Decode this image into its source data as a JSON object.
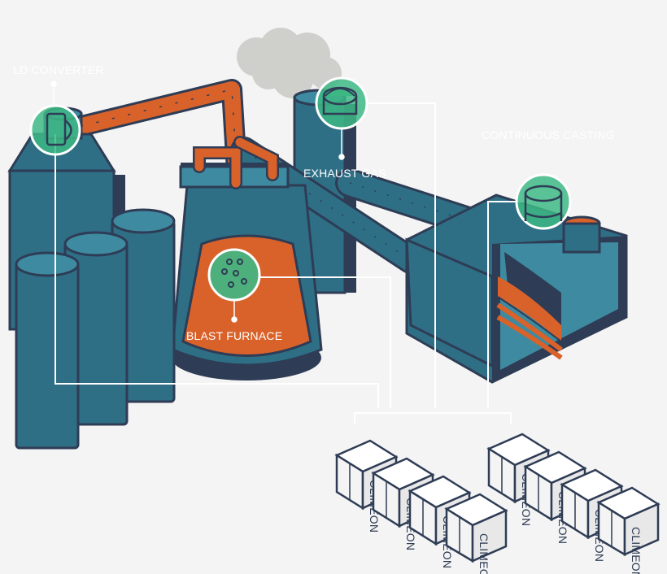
{
  "labels": {
    "ld_converter": "LD CONVERTER",
    "exhaust_gas": "EXHAUST GAS",
    "continuous_casting": "CONTINUOUS CASTING",
    "blast_furnace": "BLAST FURNACE"
  },
  "unit_brand": "CLIMEON",
  "colors": {
    "background": "#f4f4f4",
    "teal": "#2e6f86",
    "teal_dark": "#1f5468",
    "teal_light": "#3e8aa0",
    "navy": "#2e3c55",
    "orange": "#d9622a",
    "orange_dark": "#a9471d",
    "green_marker": "#3db885",
    "connector_line": "#ffffff",
    "steam": "#cfcfcc"
  }
}
